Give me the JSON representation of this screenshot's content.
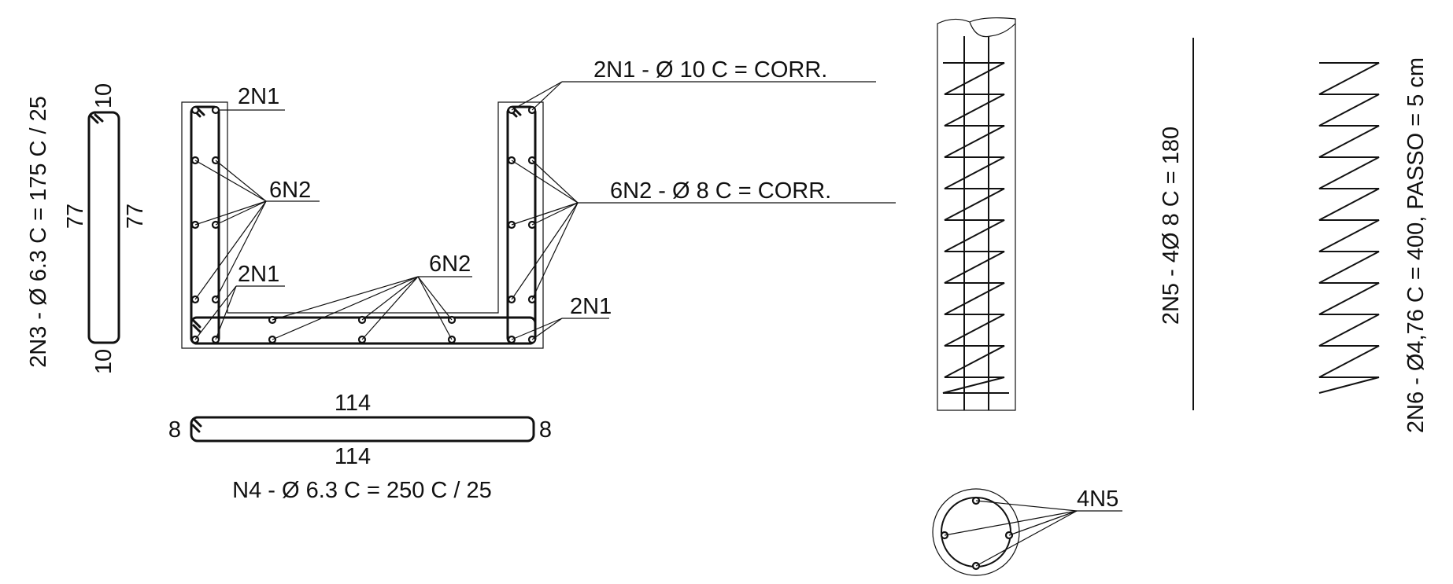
{
  "labels": {
    "n3_stirrup": "2N3 - Ø 6.3 C = 175 C / 25",
    "n3_dim_top": "10",
    "n3_dim_left": "77",
    "n3_dim_right": "77",
    "n3_dim_bottom": "10",
    "n1_main_callout": "2N1 - Ø 10 C = CORR.",
    "n2_main_callout": "6N2 -  Ø 8 C = CORR.",
    "n1_left_top": "2N1",
    "n2_left": "6N2",
    "n1_left_bottom": "2N1",
    "n2_bottom": "6N2",
    "n1_right_bottom": "2N1",
    "n4_dim_top": "114",
    "n4_dim_bottom": "114",
    "n4_dim_left": "8",
    "n4_dim_right": "8",
    "n4_stirrup": "N4 - Ø 6.3 C = 250 C / 25",
    "n5_column": "2N5 - 4Ø 8 C = 180",
    "n5_section": "4N5",
    "n6_spiral": "2N6 - Ø4,76 C = 400, PASSO = 5 cm"
  },
  "colors": {
    "ink": "#111111",
    "background": "#ffffff"
  }
}
